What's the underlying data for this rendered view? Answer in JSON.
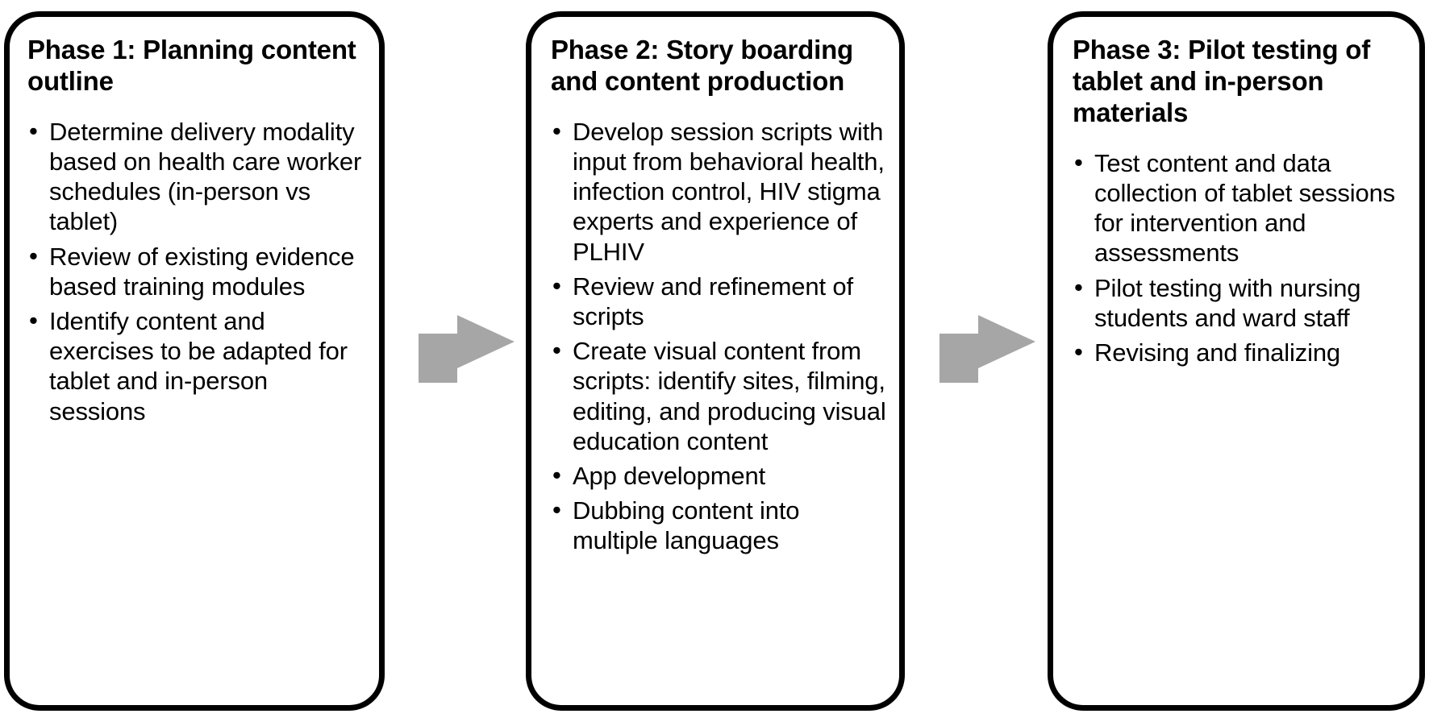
{
  "diagram": {
    "type": "process-flow",
    "orientation": "horizontal",
    "background_color": "#ffffff",
    "box_border_color": "#000000",
    "arrow_color": "#a6a6a6",
    "text_color": "#000000",
    "phases": [
      {
        "id": "phase-1",
        "title": "Phase 1: Planning content outline",
        "bullets": [
          "Determine delivery modality based on health care worker schedules (in-person vs tablet)",
          "Review of existing evidence based training modules",
          "Identify content and exercises to be adapted for tablet and in-person sessions"
        ]
      },
      {
        "id": "phase-2",
        "title": "Phase 2: Story boarding and content production",
        "bullets": [
          "Develop session scripts with input from behavioral health, infection control, HIV stigma experts and experience of PLHIV",
          "Review and refinement of scripts",
          "Create visual content from scripts: identify sites, filming, editing, and producing visual education content",
          "App development",
          "Dubbing content into multiple languages"
        ]
      },
      {
        "id": "phase-3",
        "title": "Phase 3: Pilot testing of tablet and in-person materials",
        "bullets": [
          "Test content and data collection of tablet sessions for intervention and assessments",
          "Pilot testing with nursing students and ward staff",
          "Revising and finalizing"
        ]
      }
    ],
    "arrows": [
      {
        "id": "arrow-1-2",
        "from": "phase-1",
        "to": "phase-2",
        "shape": "block-arrow-right"
      },
      {
        "id": "arrow-2-3",
        "from": "phase-2",
        "to": "phase-3",
        "shape": "block-arrow-right"
      }
    ]
  }
}
